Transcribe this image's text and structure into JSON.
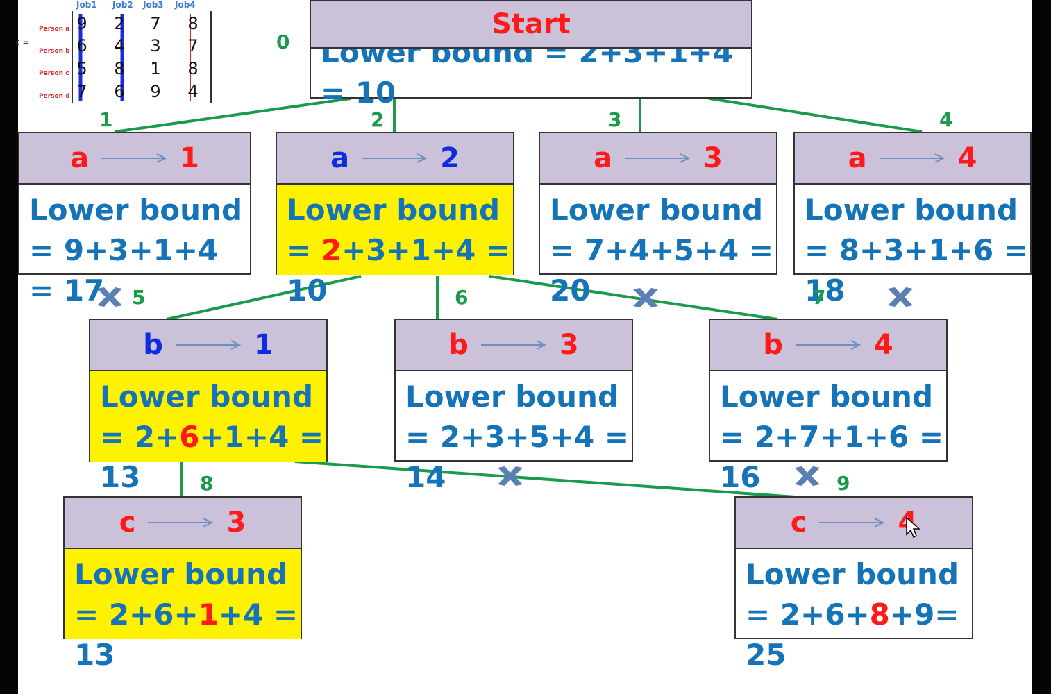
{
  "matrix": {
    "c_label": "c =",
    "jobs": [
      "Job1",
      "Job2",
      "Job3",
      "Job4"
    ],
    "persons": [
      "Person a",
      "Person b",
      "Person c",
      "Person d"
    ],
    "rows": [
      [
        "9",
        "2",
        "7",
        "8"
      ],
      [
        "6",
        "4",
        "3",
        "7"
      ],
      [
        "5",
        "8",
        "1",
        "8"
      ],
      [
        "7",
        "6",
        "9",
        "4"
      ]
    ]
  },
  "start": {
    "title": "Start",
    "lower_bound": "Lower bound = 2+3+1+4 = 10"
  },
  "level1": [
    {
      "person": "a",
      "job": "1",
      "lb": "Lower bound",
      "expr": "= 9+3+1+4 = 17",
      "edge": "1"
    },
    {
      "person": "a",
      "job": "2",
      "lb": "Lower bound",
      "expr_pre": "= ",
      "expr_hl": "2",
      "expr_post": "+3+1+4 = 10",
      "edge": "2"
    },
    {
      "person": "a",
      "job": "3",
      "lb": "Lower bound",
      "expr": "= 7+4+5+4 = 20",
      "edge": "3"
    },
    {
      "person": "a",
      "job": "4",
      "lb": "Lower bound",
      "expr": "= 8+3+1+6 = 18",
      "edge": "4"
    }
  ],
  "level2": [
    {
      "person": "b",
      "job": "1",
      "lb": "Lower bound",
      "expr_pre": "= 2+",
      "expr_hl": "6",
      "expr_post": "+1+4 = 13",
      "edge": "5"
    },
    {
      "person": "b",
      "job": "3",
      "lb": "Lower bound",
      "expr": "= 2+3+5+4 = 14",
      "edge": "6"
    },
    {
      "person": "b",
      "job": "4",
      "lb": "Lower bound",
      "expr": "= 2+7+1+6 = 16",
      "edge": "7"
    }
  ],
  "level3": [
    {
      "person": "c",
      "job": "3",
      "lb": "Lower bound",
      "expr_pre": "= 2+6+",
      "expr_hl": "1",
      "expr_post": "+4 = 13",
      "edge": "8"
    },
    {
      "person": "c",
      "job": "4",
      "lb": "Lower bound",
      "expr_pre": "= 2+6+",
      "expr_hl": "8",
      "expr_post": "+9= 25",
      "edge": "9"
    }
  ],
  "root_edge": "0",
  "colors": {
    "edge": "#1a9a4a",
    "highlight": "#fff200",
    "header": "#cbc1d8",
    "text_blue": "#1573b8",
    "red": "#ff1a1a",
    "blue": "#0f2be0",
    "cross": "#5a7fb4"
  },
  "icons": [
    "cross-mark-icon",
    "mouse-pointer-icon",
    "right-arrow-icon"
  ]
}
